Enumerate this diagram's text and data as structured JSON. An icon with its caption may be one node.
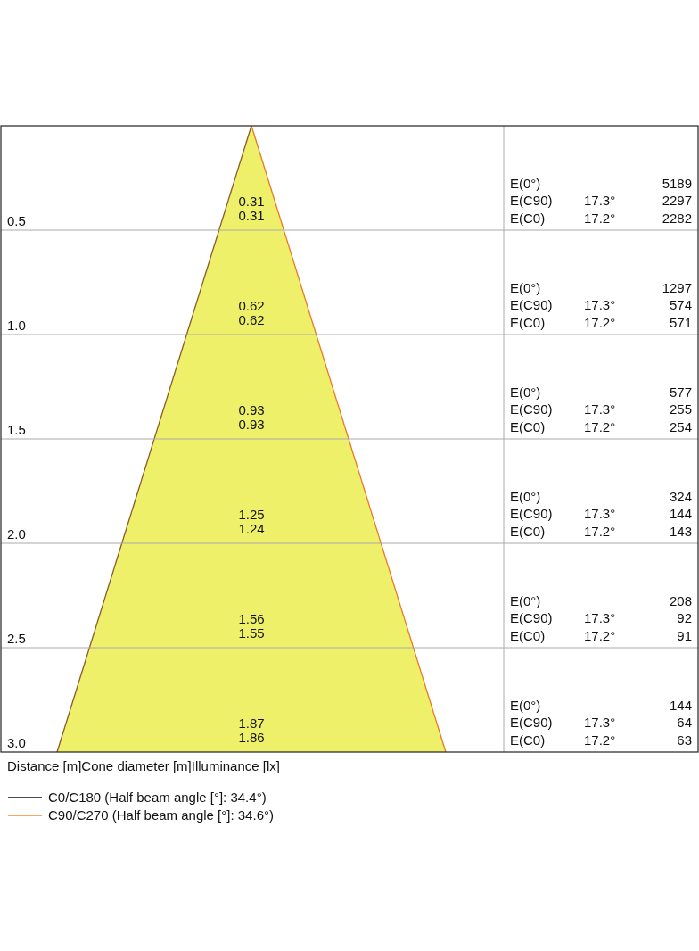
{
  "diagram": {
    "labels": [
      "0.5",
      "0.31",
      "0.31",
      "E(0°)",
      "5189",
      "E(C90)",
      "17.3°",
      "2297",
      "E(C0)",
      "17.2°",
      "2282",
      "1.0",
      "0.62",
      "0.62",
      "E(0°)",
      "1297",
      "E(C90)",
      "17.3°",
      "574",
      "E(C0)",
      "17.2°",
      "571",
      "1.5",
      "0.93",
      "0.93",
      "E(0°)",
      "577",
      "E(C90)",
      "17.3°",
      "255",
      "E(C0)",
      "17.2°",
      "254",
      "2.0",
      "1.25",
      "1.24",
      "E(0°)",
      "324",
      "E(C90)",
      "17.3°",
      "144",
      "E(C0)",
      "17.2°",
      "143",
      "2.5",
      "1.56",
      "1.55",
      "E(0°)",
      "208",
      "E(C90)",
      "17.3°",
      "92",
      "E(C0)",
      "17.2°",
      "91",
      "3.0",
      "1.87",
      "1.86",
      "E(0°)",
      "144",
      "E(C90)",
      "17.3°",
      "64",
      "E(C0)",
      "17.2°",
      "63",
      "Distance [m]Cone diameter [m]Illuminance [lx]"
    ],
    "legend": [
      {
        "text": "C0/C180 (Half beam angle [°]: 34.4°)"
      },
      {
        "text": "C90/C270 (Half beam angle [°]: 34.6°)"
      }
    ]
  }
}
